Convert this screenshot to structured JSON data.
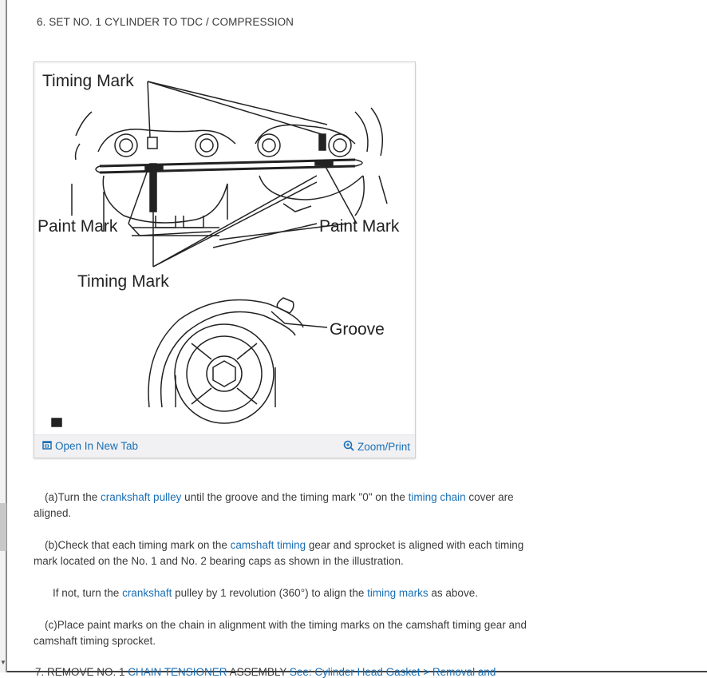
{
  "step": {
    "heading": "6. SET NO. 1 CYLINDER TO TDC / COMPRESSION"
  },
  "figure": {
    "labels": {
      "timing_mark_top": "Timing Mark",
      "paint_mark_left": "Paint Mark",
      "paint_mark_right": "Paint Mark",
      "timing_mark_bottom": "Timing Mark",
      "groove": "Groove"
    },
    "open_in_new_tab": "Open In New Tab",
    "zoom_print": "Zoom/Print"
  },
  "paragraphs": {
    "a": {
      "prefix": "(a)Turn the ",
      "link1": "crankshaft pulley",
      "mid": " until the groove and the timing mark \"0\" on the ",
      "link2": "timing chain",
      "suffix": " cover are aligned."
    },
    "b": {
      "prefix": "(b)Check that each timing mark on the ",
      "link1": "camshaft timing",
      "suffix": " gear and sprocket is aligned with each timing mark located on the No. 1 and No. 2 bearing caps as shown in the illustration."
    },
    "b2": {
      "prefix": "If not, turn the ",
      "link1": "crankshaft",
      "mid": " pulley by 1 revolution (360°) to align the ",
      "link2": "timing marks",
      "suffix": " as above."
    },
    "c": {
      "text": "(c)Place paint marks on the chain in alignment with the timing marks on the camshaft timing gear and camshaft timing sprocket."
    }
  },
  "next_step": {
    "prefix": "7. REMOVE NO. 1 ",
    "link1": "CHAIN TENSIONER",
    "mid": " ASSEMBLY ",
    "link2": "See: Cylinder Head Gasket > Removal and"
  }
}
